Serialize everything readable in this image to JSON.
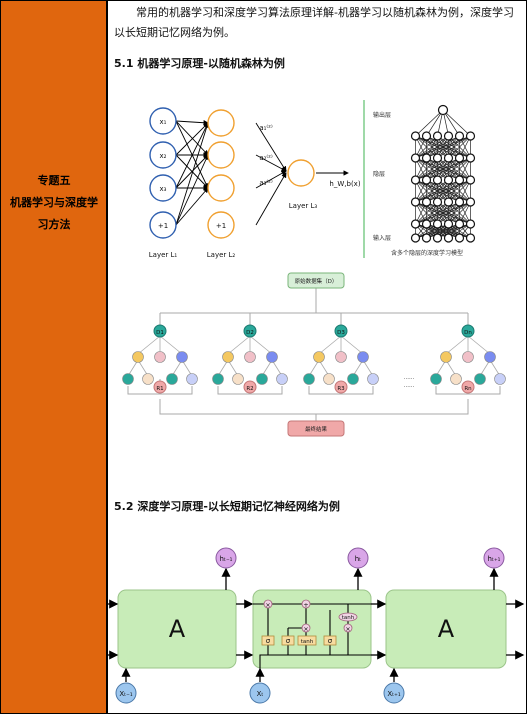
{
  "sidebar": {
    "title_line1": "专题五",
    "title_line2": "机器学习与深度学",
    "title_line3": "习方法"
  },
  "intro": "常用的机器学习和深度学习算法原理详解-机器学习以随机森林为例，深度学习以长短期记忆网络为例。",
  "section1": {
    "heading": "5.1 机器学习原理-以随机森林为例"
  },
  "nn": {
    "x1": "x₁",
    "x2": "x₂",
    "x3": "x₃",
    "plus1": "+1",
    "plus1b": "+1",
    "a1": "a₁⁽²⁾",
    "a2": "a₂⁽²⁾",
    "a3": "a₃⁽²⁾",
    "output": "h_W,b(x)",
    "layer1": "Layer L₁",
    "layer2": "Layer L₂",
    "layer3": "Layer L₃"
  },
  "deep": {
    "output_layer": "输出层",
    "hidden_layer": "隐层",
    "input_layer": "输入层",
    "caption": "含多个隐层的深度学习模型"
  },
  "rf": {
    "root": "原始数据集（D）",
    "d1": "D1",
    "d2": "D2",
    "d3": "D3",
    "dn": "Dn",
    "r1": "R1",
    "r2": "R2",
    "r3": "R3",
    "rn": "Rn",
    "ellipsis1": "......",
    "ellipsis2": "......",
    "final": "最终结果"
  },
  "section2": {
    "heading": "5.2 深度学习原理-以长短期记忆神经网络为例"
  },
  "lstm": {
    "h_prev": "hₜ₋₁",
    "h_cur": "hₜ",
    "h_next": "hₜ₊₁",
    "x_prev": "Xₜ₋₁",
    "x_cur": "Xₜ",
    "x_next": "Xₜ₊₁",
    "cell_a": "A",
    "cell_b": "A",
    "sigma1": "σ",
    "sigma2": "σ",
    "tanh_gate": "tanh",
    "sigma3": "σ",
    "tanh_out": "tanh",
    "times1": "×",
    "plus": "+",
    "times2": "×",
    "times3": "×"
  },
  "colors": {
    "sidebar": "#e0660e",
    "neuron_orange": "#f0a030",
    "neuron_blue": "#3060b0",
    "teal": "#2aa89a",
    "yellow": "#f4c861",
    "pink": "#f1c0c8",
    "blue": "#7a8cf0",
    "red_node": "#e88a8a",
    "lstm_green": "#c8ecb8",
    "lstm_purple": "#d9a6e8",
    "lstm_blue": "#9cc6ee"
  }
}
